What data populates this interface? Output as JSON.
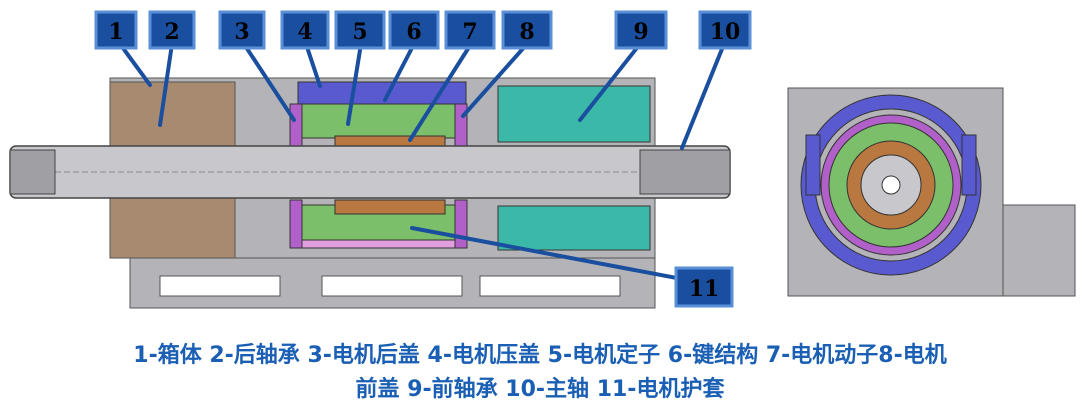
{
  "callouts": [
    {
      "num": "1",
      "name": "箱体"
    },
    {
      "num": "2",
      "name": "后轴承"
    },
    {
      "num": "3",
      "name": "电机后盖"
    },
    {
      "num": "4",
      "name": "电机压盖"
    },
    {
      "num": "5",
      "name": "电机定子"
    },
    {
      "num": "6",
      "name": "键结构"
    },
    {
      "num": "7",
      "name": "电机动子"
    },
    {
      "num": "8",
      "name": "电机前盖"
    },
    {
      "num": "9",
      "name": "前轴承"
    },
    {
      "num": "10",
      "name": "主轴"
    },
    {
      "num": "11",
      "name": "电机护套"
    }
  ],
  "caption": {
    "line1": "1-箱体 2-后轴承 3-电机后盖 4-电机压盖 5-电机定子 6-键结构 7-电机动子8-电机",
    "line2": "前盖 9-前轴承 10-主轴 11-电机护套"
  },
  "colors": {
    "label_fill": "#1a4fa0",
    "label_border": "#5a8fd8",
    "leader": "#1a4fa0",
    "caption": "#1a5fb4",
    "housing": "#b4b4b8",
    "bearing_rear": "#a88a70",
    "stator": "#7cbf6a",
    "rotor": "#b87840",
    "cover": "#b060c8",
    "bearing_front": "#3cb8a8",
    "shaft": "#c8c8cc",
    "press_cover": "#5a5ad0"
  }
}
